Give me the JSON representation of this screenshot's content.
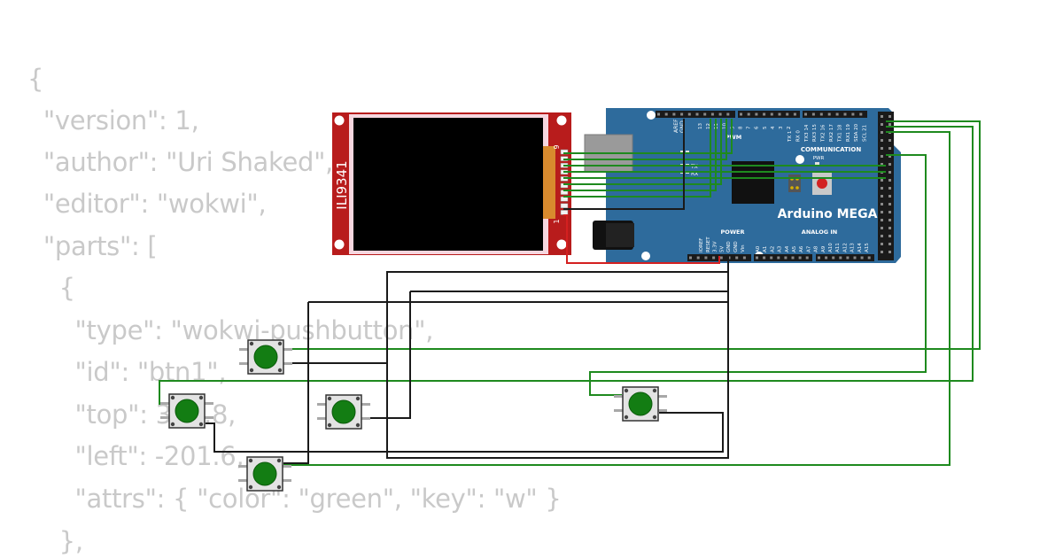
{
  "code_lines": [
    "{",
    "  \"version\": 1,",
    "  \"author\": \"Uri Shaked\",",
    "  \"editor\": \"wokwi\",",
    "  \"parts\": [",
    "    {",
    "      \"type\": \"wokwi-pushbutton\",",
    "      \"id\": \"btn1\",",
    "      \"top\": 327.8,",
    "      \"left\": -201.6,",
    "      \"attrs\": { \"color\": \"green\", \"key\": \"w\" }",
    "    },"
  ],
  "display": {
    "model_label": "ILI9341",
    "pin_label_top": "9",
    "pin_label_bottom": "1"
  },
  "arduino": {
    "name": "Arduino MEGA",
    "pwm_label": "PWM",
    "communication_label": "COMMUNICATION",
    "power_label": "POWER",
    "analog_label": "ANALOG IN",
    "pwr_led_label": "PWR",
    "aref_label": "AREF",
    "gnd_label": "GND",
    "tx_label": "TX",
    "rx_label": "RX",
    "digital_pins": [
      "13",
      "12",
      "11",
      "10",
      "9",
      "8",
      "7",
      "6",
      "5",
      "4",
      "3",
      "2"
    ],
    "comm_pins": [
      "TX 1",
      "RX 0",
      "TX3 14",
      "RX3 15",
      "TX2 16",
      "RX2 17",
      "TX1 18",
      "RX1 19",
      "SDA 20",
      "SCL 21"
    ],
    "power_pins": [
      "IOREF",
      "RESET",
      "3.3V",
      "5V",
      "GND",
      "GND",
      "Vin"
    ],
    "analog_pins": [
      "A0",
      "A1",
      "A2",
      "A3",
      "A4",
      "A5",
      "A6",
      "A7",
      "A8",
      "A9",
      "A10",
      "A11",
      "A12",
      "A13",
      "A14",
      "A15"
    ]
  },
  "colors": {
    "wire_green": "#1e8a1e",
    "wire_black": "#1a1a1a",
    "wire_red": "#d42020",
    "board_blue": "#2e6b9c",
    "tft_red": "#b81c1c",
    "button_cap": "#137d13",
    "code_text": "#c9c9c9"
  }
}
